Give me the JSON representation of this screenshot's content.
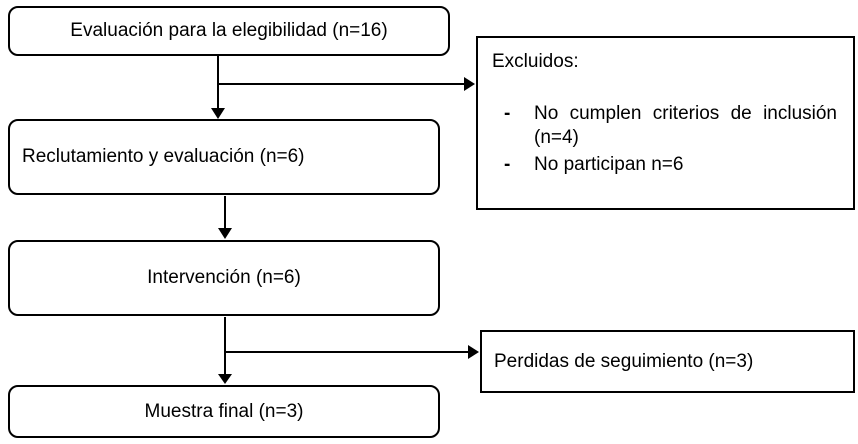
{
  "flow": {
    "eligibility_label": "Evaluación para la elegibilidad (n=16)",
    "recruitment_label": "Reclutamiento y evaluación (n=6)",
    "intervention_label": "Intervención (n=6)",
    "final_label": "Muestra final (n=3)",
    "lost_label": "Perdidas de seguimiento (n=3)",
    "excluded": {
      "title": "Excluidos:",
      "items": [
        "No cumplen criterios de inclusión (n=4)",
        "No participan n=6"
      ]
    }
  },
  "colors": {
    "border": "#000000",
    "background": "#ffffff",
    "text": "#000000"
  }
}
